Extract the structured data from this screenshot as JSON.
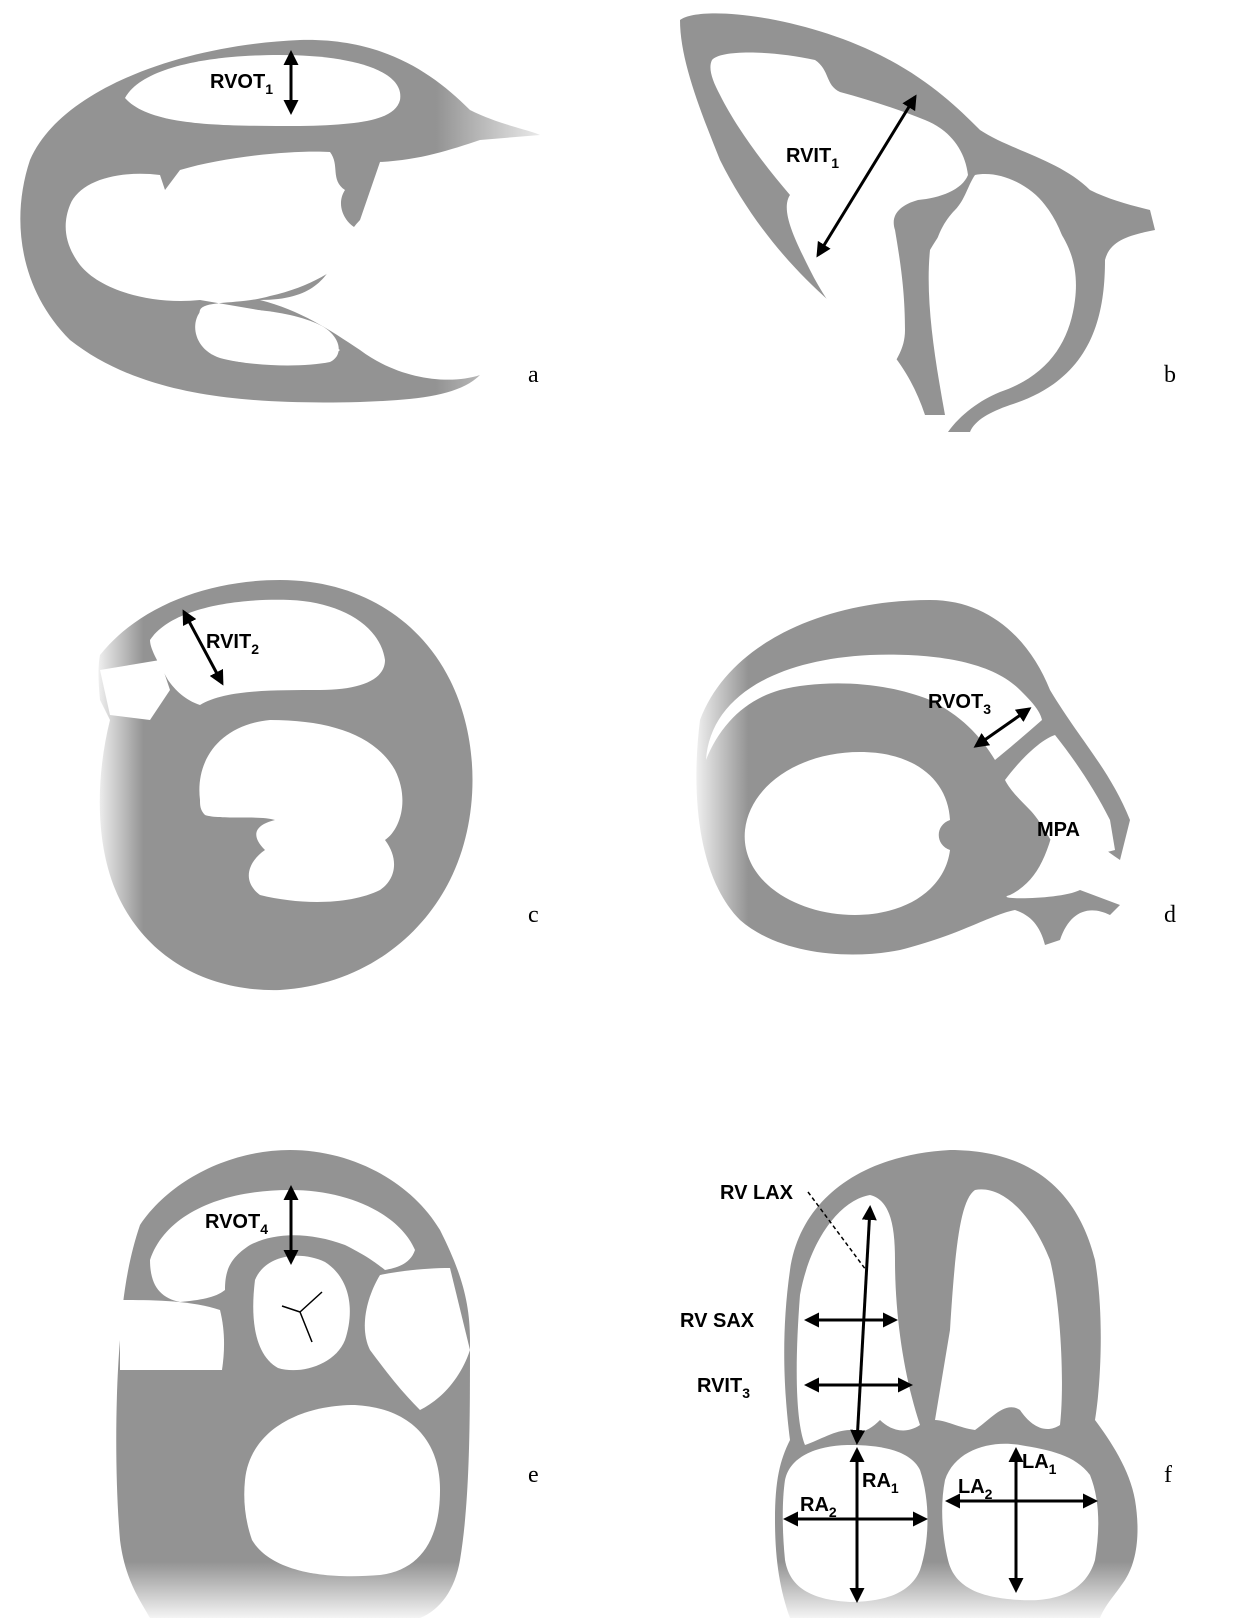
{
  "panels": {
    "a": {
      "letter": "a",
      "label": "RVOT",
      "subscript": "1"
    },
    "b": {
      "letter": "b",
      "label": "RVIT",
      "subscript": "1"
    },
    "c": {
      "letter": "c",
      "label": "RVIT",
      "subscript": "2"
    },
    "d": {
      "letter": "d",
      "label": "RVOT",
      "subscript": "3",
      "vessel_label": "MPA"
    },
    "e": {
      "letter": "e",
      "label": "RVOT",
      "subscript": "4"
    },
    "f": {
      "letter": "f",
      "rv_lax": "RV LAX",
      "rv_sax": "RV SAX",
      "rvit": "RVIT",
      "rvit_sub": "3",
      "ra1": "RA",
      "ra1_sub": "1",
      "ra2": "RA",
      "ra2_sub": "2",
      "la1": "LA",
      "la1_sub": "1",
      "la2": "LA",
      "la2_sub": "2"
    }
  },
  "colors": {
    "tissue": "#939393",
    "background": "#ffffff",
    "annotation": "#000000"
  }
}
